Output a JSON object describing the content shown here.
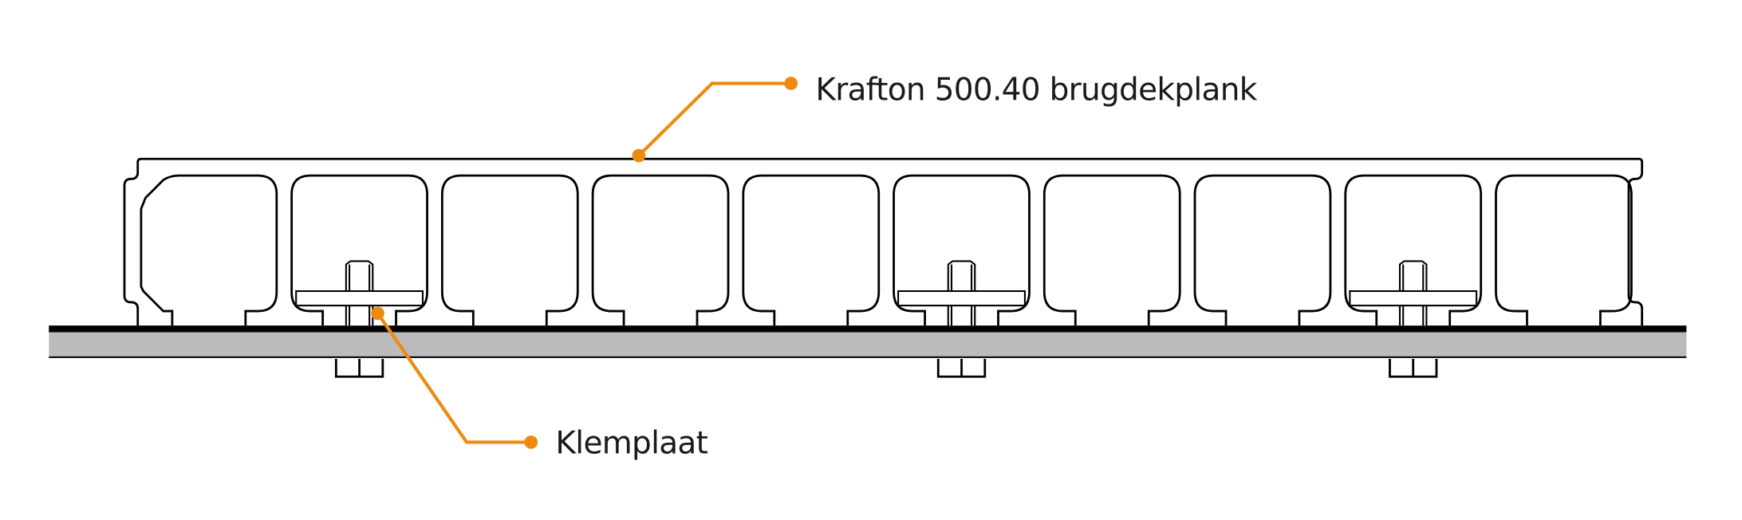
{
  "labels": {
    "plank": "Krafton 500.40 brugdekplank",
    "clamp": "Klemplaat"
  },
  "drawing": {
    "chamber_count": 10,
    "clamp_chambers": [
      1,
      5,
      8
    ]
  },
  "colors": {
    "accent": "#EE8A10",
    "line": "#000000",
    "substrate": "#BBBBBB"
  }
}
